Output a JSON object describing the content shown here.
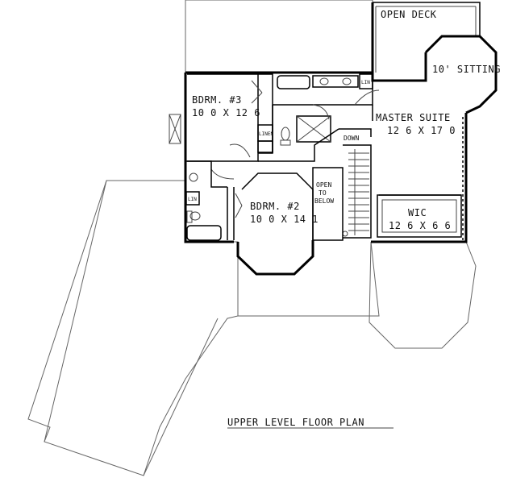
{
  "labels": {
    "open_deck": "OPEN DECK",
    "sitting": "10' SITTING",
    "bdrm3": "BDRM. #3",
    "bdrm3_dim": "10 0 X 12 6",
    "master": "MASTER SUITE",
    "master_dim": "12 6 X 17 0",
    "down": "DOWN",
    "open_to": "OPEN",
    "open_to2": "TO",
    "open_to3": "BELOW",
    "bdrm2": "BDRM. #2",
    "bdrm2_dim": "10 0 X 14 1",
    "wic": "WIC",
    "wic_dim": "12 6 X 6 6",
    "lin1": "LIN",
    "lin2": "LINEN",
    "lin3": "LIN",
    "title": "UPPER LEVEL FLOOR PLAN"
  }
}
